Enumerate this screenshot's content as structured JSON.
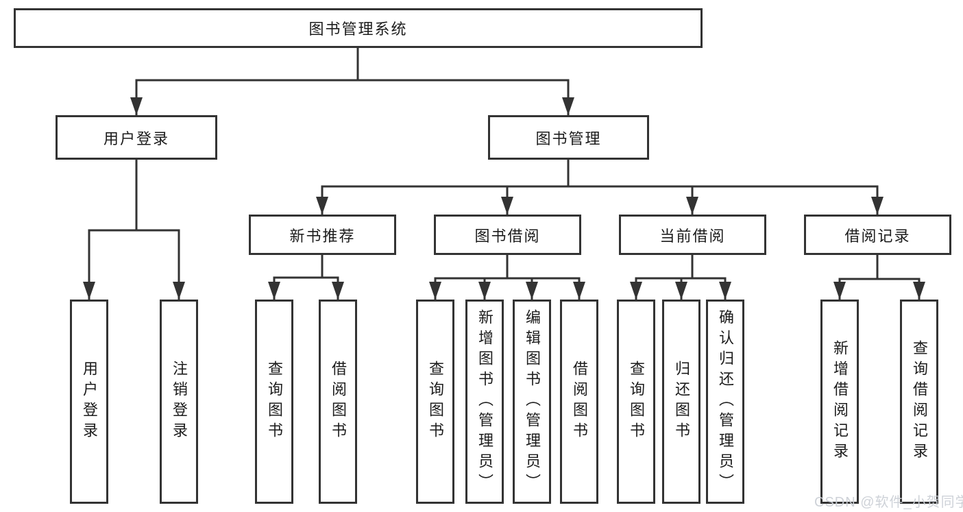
{
  "diagram": {
    "root": {
      "label": "图书管理系统"
    },
    "level2": [
      {
        "label": "用户登录"
      },
      {
        "label": "图书管理"
      }
    ],
    "level3": [
      {
        "label": "新书推荐"
      },
      {
        "label": "图书借阅"
      },
      {
        "label": "当前借阅"
      },
      {
        "label": "借阅记录"
      }
    ],
    "leaves": [
      {
        "label": "用户登录"
      },
      {
        "label": "注销登录"
      },
      {
        "label": "查询图书"
      },
      {
        "label": "借阅图书"
      },
      {
        "label": "查询图书"
      },
      {
        "label": "新增图书（管理员）"
      },
      {
        "label": "编辑图书（管理员）"
      },
      {
        "label": "借阅图书"
      },
      {
        "label": "查询图书"
      },
      {
        "label": "归还图书"
      },
      {
        "label": "确认归还（管理员）"
      },
      {
        "label": "新增借阅记录"
      },
      {
        "label": "查询借阅记录"
      }
    ]
  },
  "watermark": {
    "text": "CSDN @软件_小贺同学"
  },
  "colors": {
    "line": "#333333",
    "box_border": "#333333",
    "box_fill": "#ffffff",
    "text": "#1c1c1c",
    "watermark": "#cbd0d6",
    "background": "#ffffff"
  }
}
